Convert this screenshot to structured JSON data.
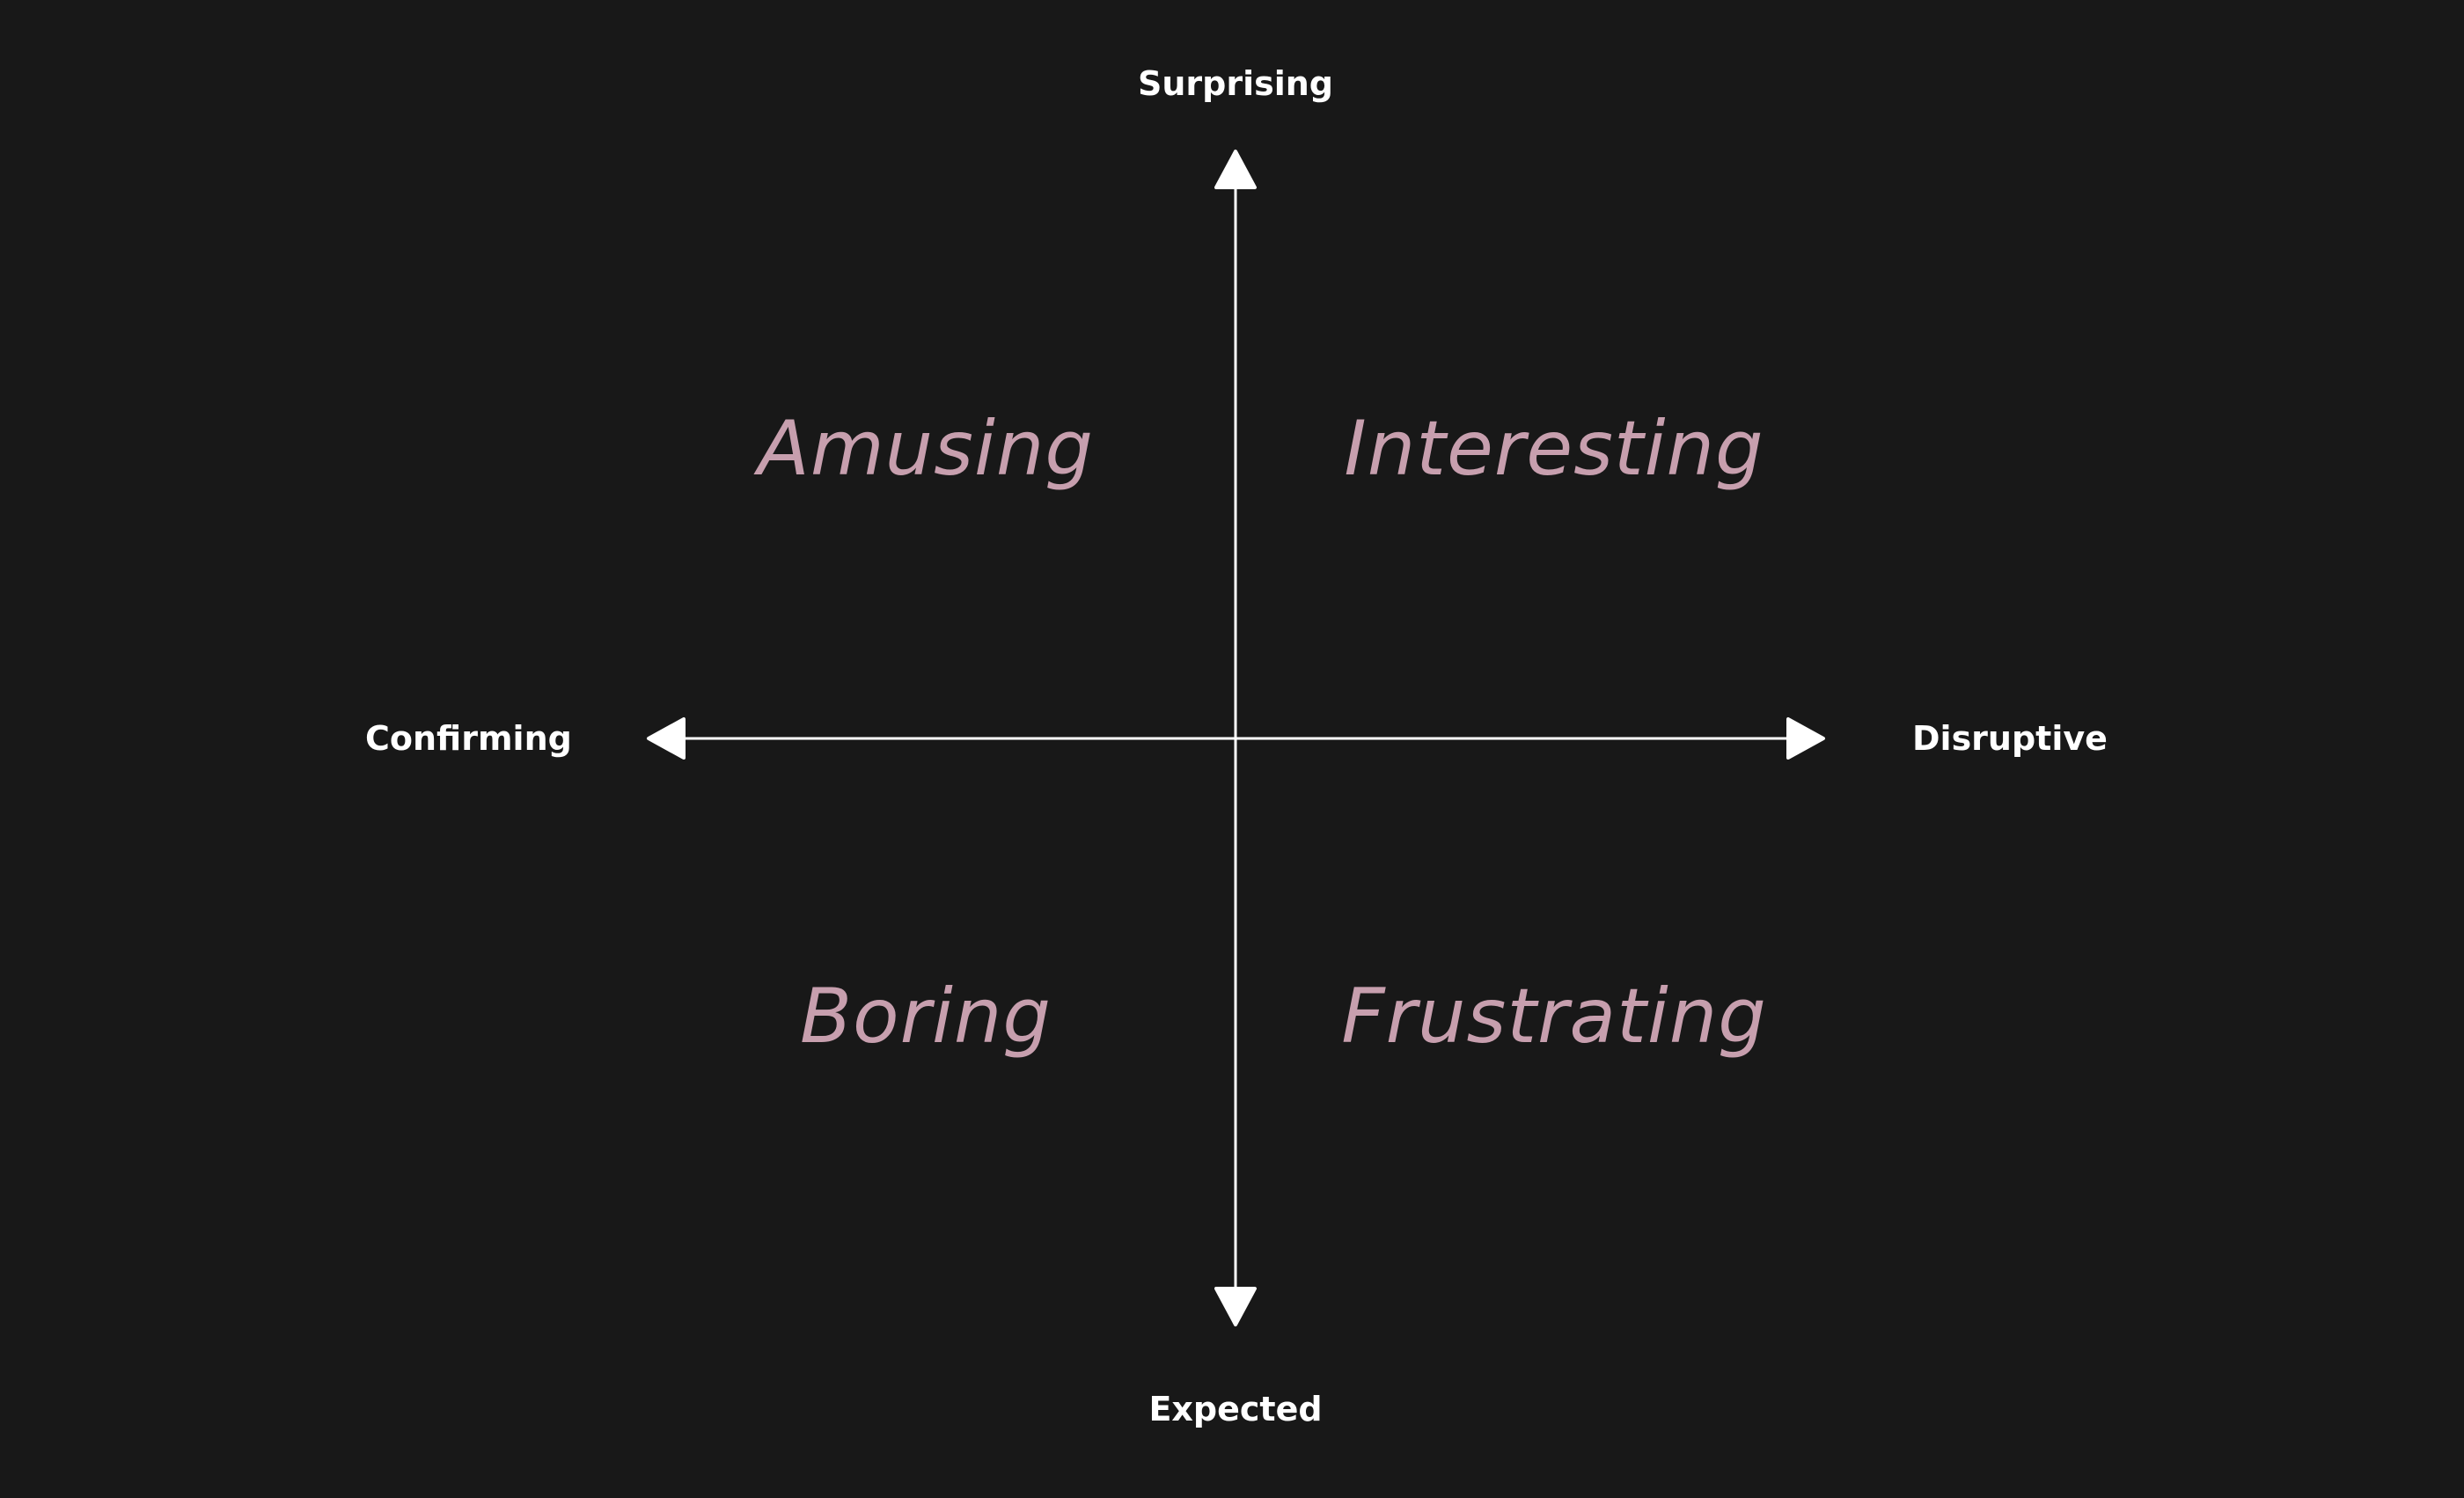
{
  "colors": {
    "background": "#181818",
    "axis": "#ffffff",
    "axis_label": "#ffffff",
    "quadrant_label": "#c79fae"
  },
  "axes": {
    "top": "Surprising",
    "bottom": "Expected",
    "left": "Confirming",
    "right": "Disruptive"
  },
  "quadrants": {
    "top_left": "Amusing",
    "top_right": "Interesting",
    "bottom_left": "Boring",
    "bottom_right": "Frustrating"
  }
}
